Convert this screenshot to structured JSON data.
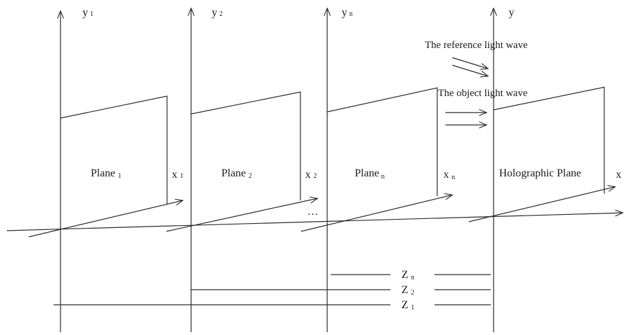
{
  "axes": {
    "y1": {
      "main": "y",
      "sub": "1"
    },
    "y2": {
      "main": "y",
      "sub": "2"
    },
    "yn": {
      "main": "y",
      "sub": "n"
    },
    "y": {
      "main": "y"
    },
    "x1": {
      "main": "x",
      "sub": "1"
    },
    "x2": {
      "main": "x",
      "sub": "2"
    },
    "xn": {
      "main": "x",
      "sub": "n"
    },
    "x": {
      "main": "x"
    }
  },
  "planes": {
    "plane1": {
      "main": "Plane",
      "sub": "1"
    },
    "plane2": {
      "main": "Plane",
      "sub": "2"
    },
    "planen": {
      "main": "Plane",
      "sub": "n"
    },
    "holographic": "Holographic Plane"
  },
  "waves": {
    "reference": "The reference light wave",
    "object": "The object light wave"
  },
  "ellipsis": "…",
  "distances": {
    "zn": {
      "main": "Z",
      "sub": "n"
    },
    "z2": {
      "main": "Z",
      "sub": "2"
    },
    "z1": {
      "main": "Z",
      "sub": "1"
    }
  }
}
